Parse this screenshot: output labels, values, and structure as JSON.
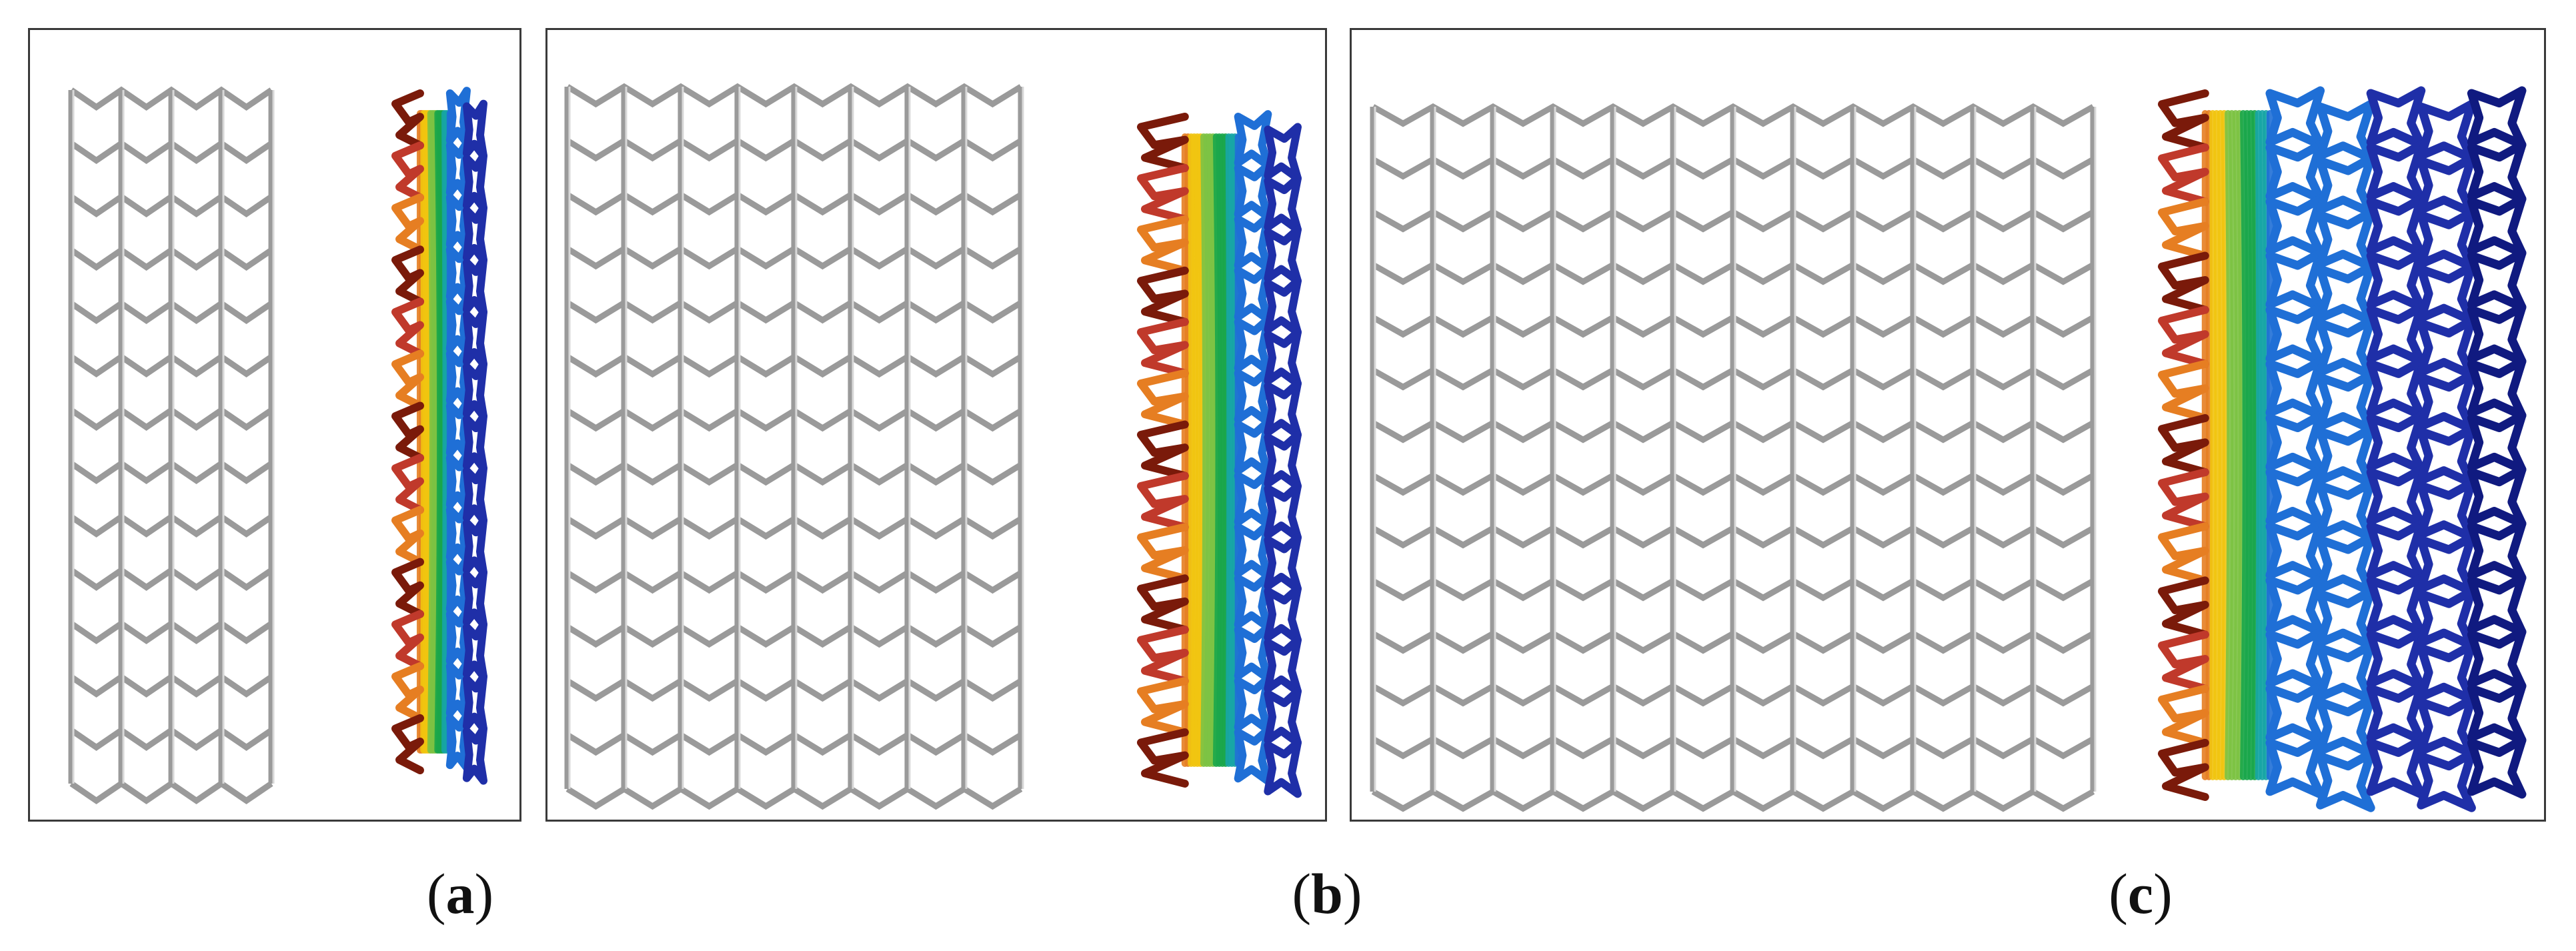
{
  "captions": {
    "a": {
      "open": "(",
      "letter": "a",
      "close": ")"
    },
    "b": {
      "open": "(",
      "letter": "b",
      "close": ")"
    },
    "c": {
      "open": "(",
      "letter": "c",
      "close": ")"
    }
  },
  "colors": {
    "undeformed_lattice": "#9a9a9a",
    "contour": [
      "#7a1a0a",
      "#c0392b",
      "#e67e22",
      "#f1c40f",
      "#7cc242",
      "#1aa64a",
      "#16a5a5",
      "#1f6fd6",
      "#1f2fa8",
      "#101a80"
    ]
  }
}
